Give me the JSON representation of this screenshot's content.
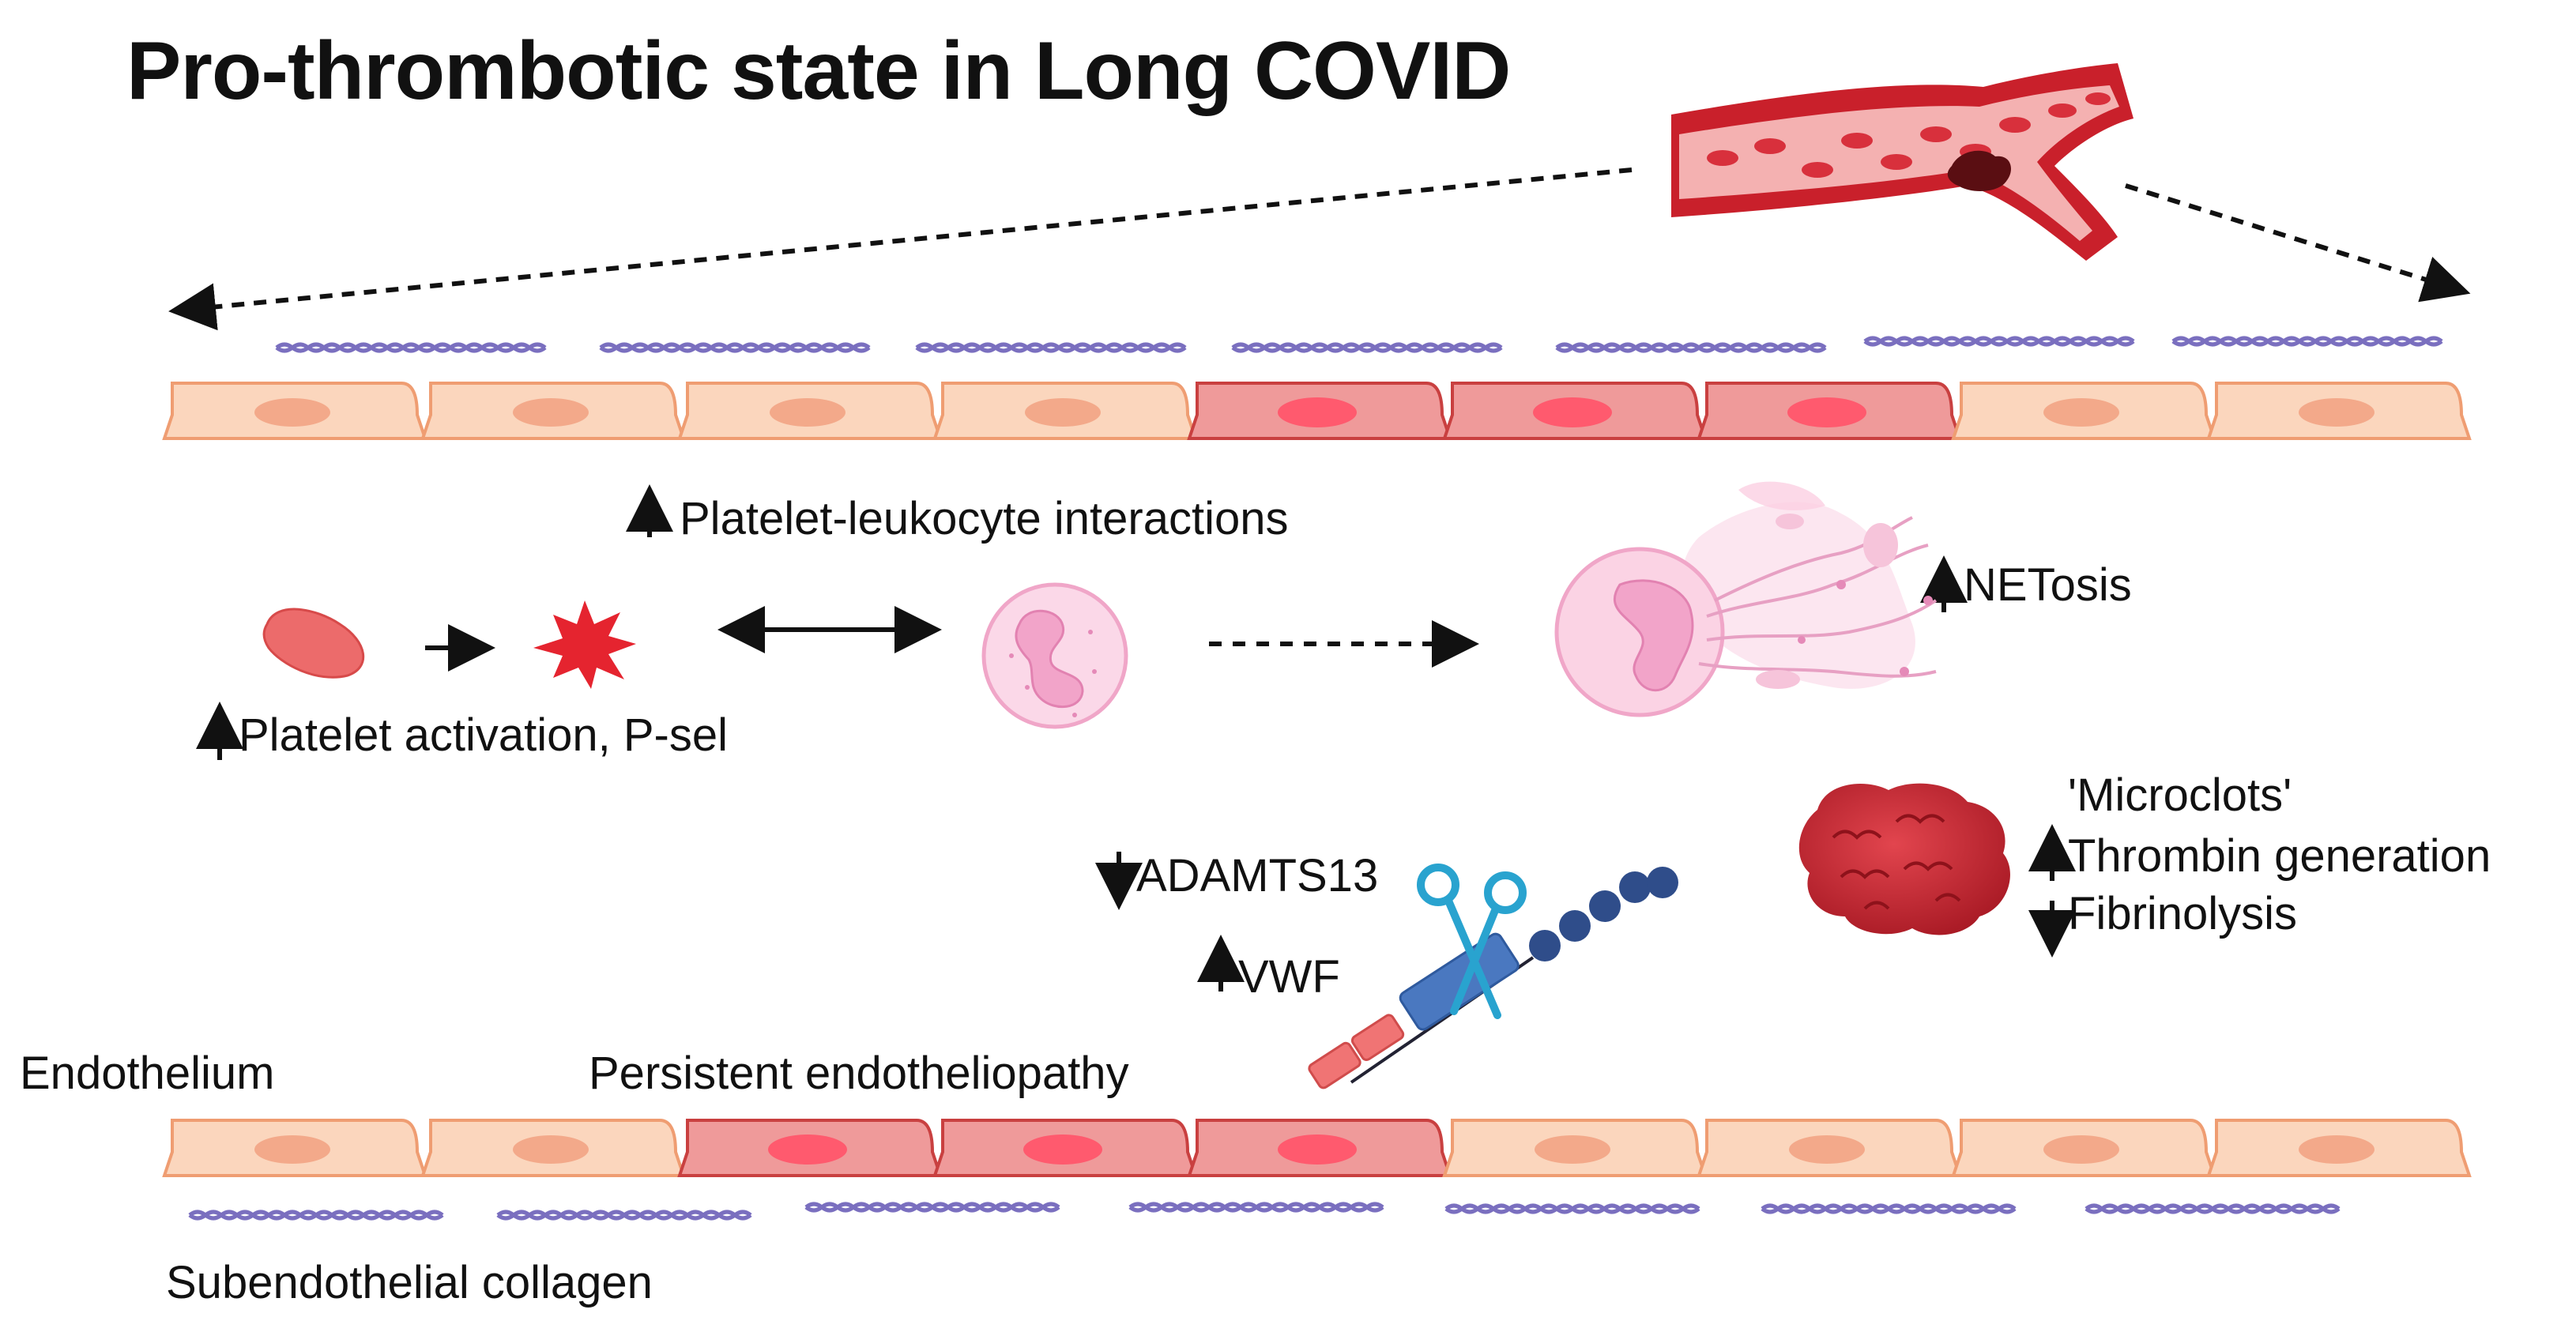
{
  "title": "Pro-thrombotic state in Long COVID",
  "labels": {
    "platelet_leukocyte": "Platelet-leukocyte interactions",
    "netosis": "NETosis",
    "platelet_activation": "Platelet activation, P-sel",
    "microclots": "'Microclots'",
    "thrombin": "Thrombin generation",
    "fibrinolysis": "Fibrinolysis",
    "adamts13": "ADAMTS13",
    "vwf": "VWF",
    "endothelium": "Endothelium",
    "persistent_endotheliopathy": "Persistent endotheliopathy",
    "subendothelial_collagen": "Subendothelial collagen"
  },
  "trends": {
    "platelet_leukocyte": "up",
    "netosis": "up",
    "platelet_activation": "up",
    "thrombin": "up",
    "fibrinolysis": "down",
    "adamts13": "down",
    "vwf": "up"
  },
  "colors": {
    "healthy_cell": "#fbd6bd",
    "healthy_nucleus": "#f3a98a",
    "damaged_cell": "#ef9a9a",
    "damaged_nucleus": "#ff5a6e",
    "collagen": "#7a6fbf",
    "platelet": "#e8505b",
    "neutrophil": "#f9c9df",
    "clot": "#c0252e",
    "vwf_beads": "#2f4d8a",
    "scissors": "#29a3cf"
  },
  "icons": [
    "blood-vessel-icon",
    "resting-platelet-icon",
    "activated-platelet-icon",
    "neutrophil-icon",
    "net-icon",
    "microclot-icon",
    "scissors-icon",
    "vwf-molecule-icon"
  ]
}
